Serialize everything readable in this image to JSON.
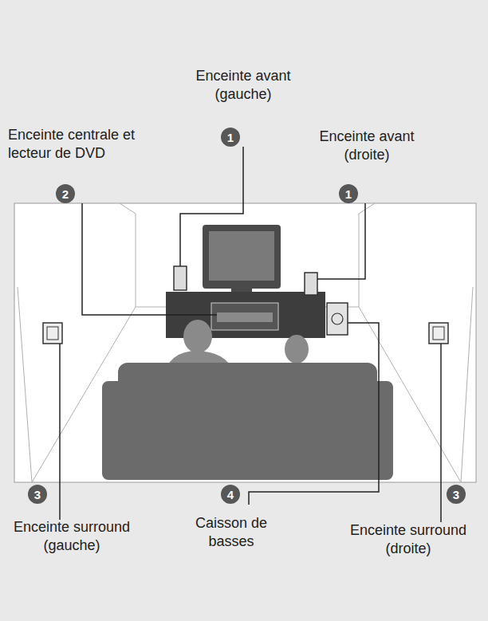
{
  "diagram": {
    "nodes": [
      {
        "text": [
          "1"
        ]
      },
      {
        "text": [
          "2"
        ]
      },
      {
        "text": [
          "1"
        ]
      },
      {
        "text": [
          "3"
        ]
      },
      {
        "text": [
          "4"
        ]
      },
      {
        "text": [
          "3"
        ]
      }
    ],
    "labels": [
      "Enceinte avant (gauche)",
      "Enceinte centrale et lecteur de DVD",
      "Enceinte avant (droite)",
      "Enceinte surround (gauche)",
      "Caisson de basses",
      "Enceinte surround (droite)"
    ]
  }
}
